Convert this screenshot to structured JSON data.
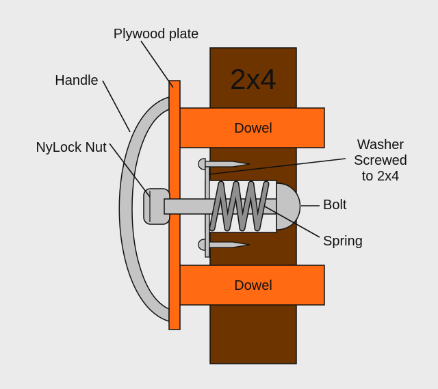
{
  "title": "",
  "labels": {
    "lumber": "2x4",
    "dowel_top": "Dowel",
    "dowel_bottom": "Dowel",
    "plywood": "Plywood plate",
    "handle": "Handle",
    "nut": "NyLock Nut",
    "washer_line1": "Washer",
    "washer_line2": "Screwed",
    "washer_line3": "to 2x4",
    "bolt": "Bolt",
    "spring": "Spring"
  },
  "colors": {
    "background": "#ebebeb",
    "lumber": "#6e3400",
    "dowel": "#ff6a13",
    "metal": "#c4c4c4",
    "outline": "#111111"
  }
}
